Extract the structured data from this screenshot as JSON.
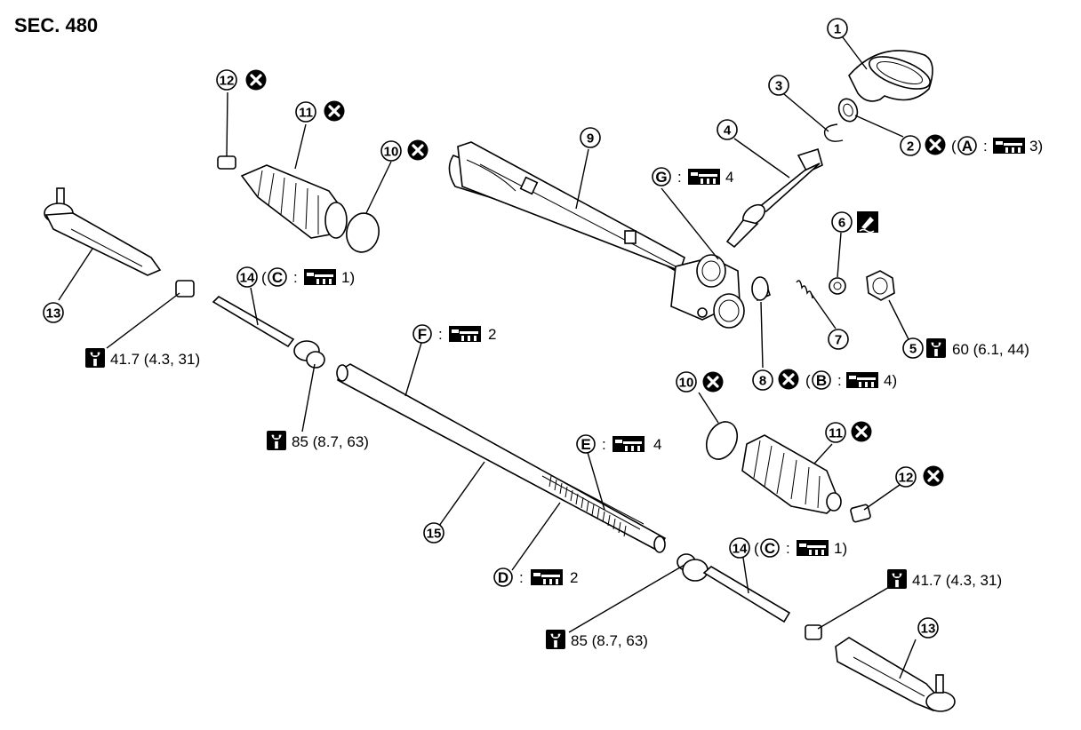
{
  "title": "SEC. 480",
  "parts": [
    {
      "id": "p1",
      "num": "1"
    },
    {
      "id": "p2",
      "num": "2"
    },
    {
      "id": "p3",
      "num": "3"
    },
    {
      "id": "p4",
      "num": "4"
    },
    {
      "id": "p5",
      "num": "5"
    },
    {
      "id": "p6",
      "num": "6"
    },
    {
      "id": "p7",
      "num": "7"
    },
    {
      "id": "p8",
      "num": "8"
    },
    {
      "id": "p9",
      "num": "9"
    },
    {
      "id": "p10a",
      "num": "10"
    },
    {
      "id": "p10b",
      "num": "10"
    },
    {
      "id": "p11a",
      "num": "11"
    },
    {
      "id": "p11b",
      "num": "11"
    },
    {
      "id": "p12a",
      "num": "12"
    },
    {
      "id": "p12b",
      "num": "12"
    },
    {
      "id": "p13a",
      "num": "13"
    },
    {
      "id": "p13b",
      "num": "13"
    },
    {
      "id": "p14a",
      "num": "14"
    },
    {
      "id": "p14b",
      "num": "14"
    },
    {
      "id": "p15",
      "num": "15"
    }
  ],
  "letters": {
    "A": "A",
    "B": "B",
    "C1": "C",
    "C2": "C",
    "D": "D",
    "E": "E",
    "F": "F",
    "G": "G"
  },
  "grease_labels": {
    "A": "3)",
    "B": "4)",
    "C1": "1)",
    "C2": "1)",
    "D": "2",
    "E": "4",
    "F": "2",
    "G": "4"
  },
  "torques": {
    "t_left_nut": "41.7 (4.3, 31)",
    "t_right_nut": "41.7 (4.3, 31)",
    "t_inner_left": "85 (8.7, 63)",
    "t_inner_right": "85 (8.7, 63)",
    "t_locknut": "60 (6.1, 44)"
  },
  "symbols": {
    "discard": "x-circle-icon",
    "torque": "wrench-torque-icon",
    "grease": "grease-gun-icon",
    "sealant": "sealant-icon"
  }
}
